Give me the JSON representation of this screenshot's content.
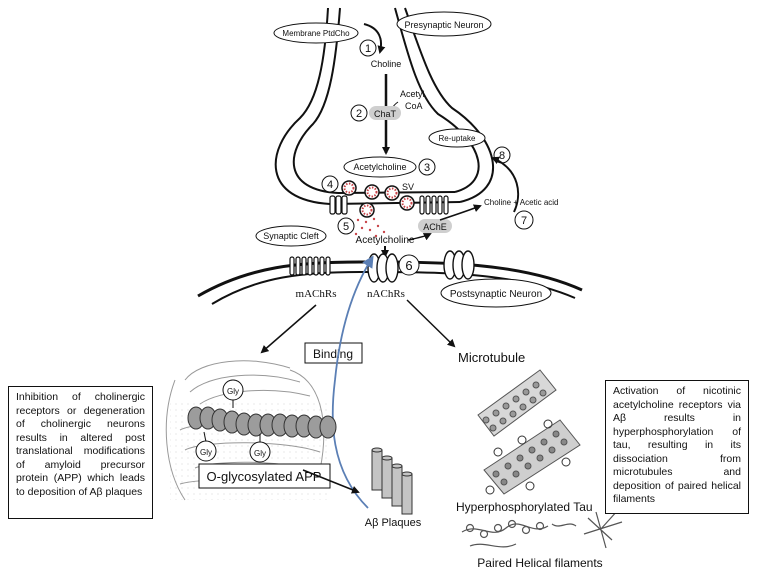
{
  "labels": {
    "membrane_ptdcho": "Membrane PtdCho",
    "presynaptic_neuron": "Presynaptic Neuron",
    "choline": "Choline",
    "acetyl_coa_line1": "Acetyl",
    "acetyl_coa_line2": "CoA",
    "chat": "ChaT",
    "re_uptake": "Re-uptake",
    "acetylcholine_vesicle": "Acetylcholine",
    "sv": "SV",
    "choline_acetic_acid": "Choline + Acetic acid",
    "ache": "AChE",
    "synaptic_cleft": "Synaptic Cleft",
    "acetylcholine_cleft": "Acetylcholine",
    "machrs": "mAChRs",
    "nachrs": "nAChRs",
    "postsynaptic_neuron": "Postsynaptic Neuron",
    "binding": "Binding",
    "microtubule": "Microtubule",
    "gly": "Gly",
    "o_glycosylated_app": "O-glycosylated APP",
    "abeta_plaques": "Aβ Plaques",
    "hyperphosphorylated_tau": "Hyperphosphorylated Tau",
    "paired_helical_filaments": "Paired Helical filaments"
  },
  "steps": [
    "1",
    "2",
    "3",
    "4",
    "5",
    "6",
    "7",
    "8"
  ],
  "left_text": "Inhibition of cholinergic receptors or degeneration of cholinergic neurons results in altered post translational modifications of amyloid precursor protein (APP) which leads to deposition of Aβ plaques",
  "right_text": "Activation of nicotinic acetylcholine receptors via Aβ results in hyperphosphorylation of tau, resulting in its dissociation from microtubules and deposition of paired helical filaments",
  "colors": {
    "binding_arrow": "#5b7fb5",
    "vesicle": "#c8454a",
    "enzyme_pill": "#cfcfcf"
  }
}
